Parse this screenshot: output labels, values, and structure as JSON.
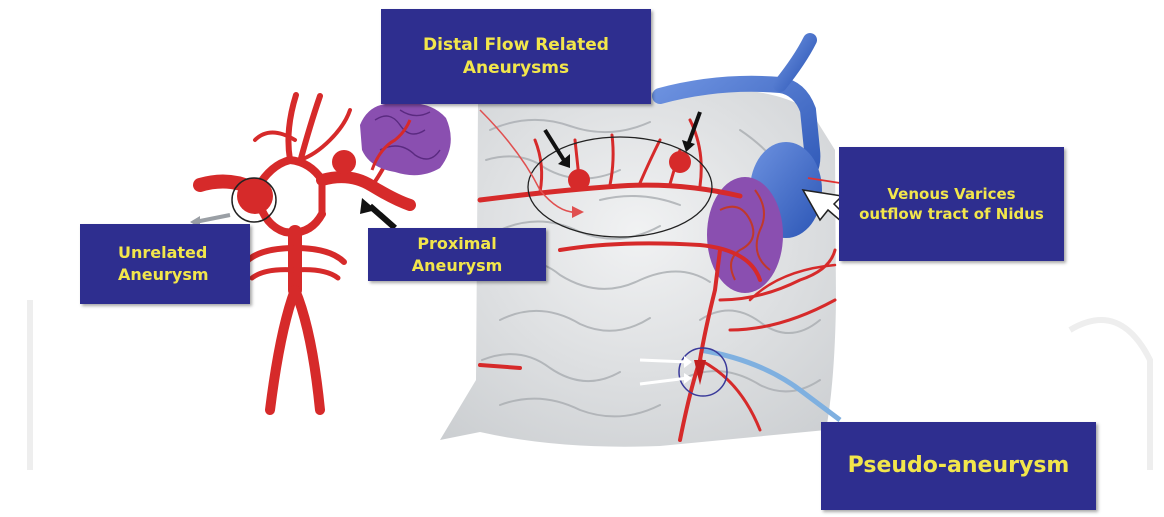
{
  "labels": {
    "distal": "Distal Flow Related\nAneurysms",
    "unrelated": "Unrelated\nAneurysm",
    "proximal": "Proximal\nAneurysm",
    "venous": "Venous Varices\noutflow tract of Nidus",
    "pseudo": "Pseudo-aneurysm"
  },
  "colors": {
    "label_bg": "#2e2e8f",
    "label_text": "#f2e64b",
    "artery": "#d62a2a",
    "vein": "#3f6fd0",
    "nidus": "#8a4fb0",
    "brain": "#e2e4e6"
  }
}
